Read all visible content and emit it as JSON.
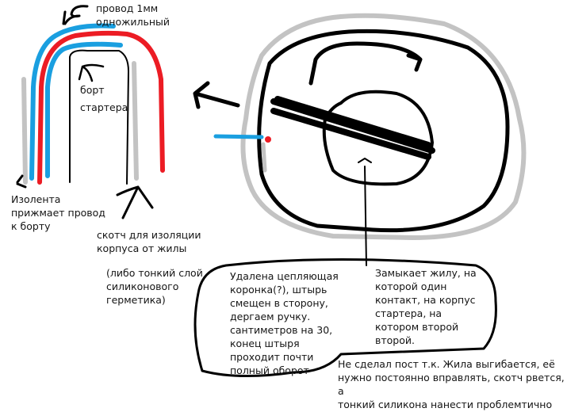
{
  "colors": {
    "wire_blue": "#1a9fe0",
    "wire_red": "#ec1c24",
    "tape_gray": "#c3c3c3",
    "ink": "#000000"
  },
  "labels": {
    "wire": "провод   1мм\nодножильный",
    "rim": "борт\nстартера",
    "electrical_tape": "Изолента\nприжмает провод\nк борту",
    "scotch_tape": "скотч для изоляции\nкорпуса от  жилы",
    "silicone_alt": "(либо тонкий слой\nсиликонового\nгерметика)",
    "callout_left": "Удалена цепляющая\nкоронка(?), штырь\nсмещен в сторону,\nдергаем ручку.\nсантиметров на 30,\nконец штыря\nпроходит почти\nполный оборот",
    "callout_right": "Замыкает жилу, на\nкоторой один\nконтакт, на корпус\nстартера, на\nкотором второй\nвторой.",
    "note": "Не сделал пост т.к. Жила выгибается, её\nнужно постоянно вправлять, скотч рвется, а\nтонкий силикона нанести проблемтично"
  }
}
